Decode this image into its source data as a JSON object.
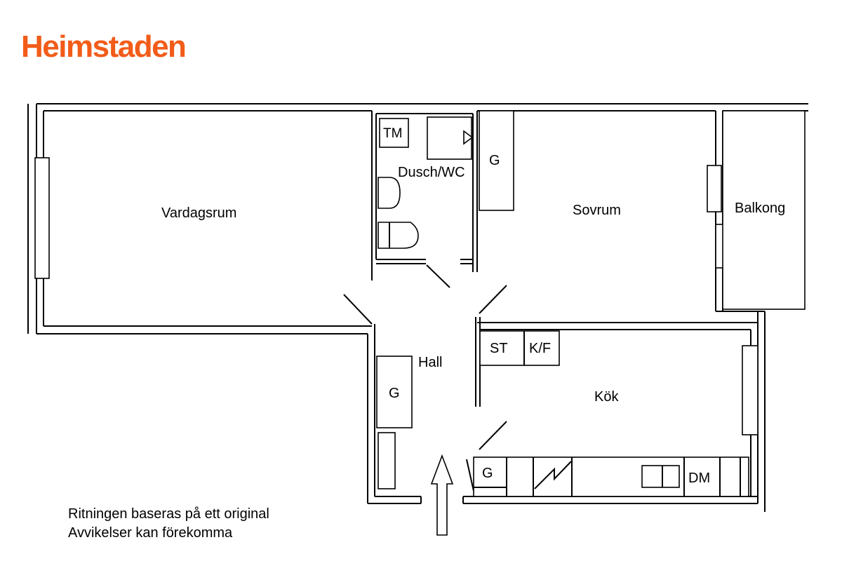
{
  "logo": {
    "text": "Heimstaden",
    "color": "#f25c19"
  },
  "rooms": {
    "vardagsrum": "Vardagsrum",
    "dusch_wc": "Dusch/WC",
    "sovrum": "Sovrum",
    "balkong": "Balkong",
    "hall": "Hall",
    "kok": "Kök"
  },
  "fixtures": {
    "tm": "TM",
    "g_bath": "G",
    "g_hall": "G",
    "st": "ST",
    "kf": "K/F",
    "g_kitchen": "G",
    "dm": "DM"
  },
  "note": {
    "line1": "Ritningen baseras på ett original",
    "line2": "Avvikelser kan förekomma"
  }
}
